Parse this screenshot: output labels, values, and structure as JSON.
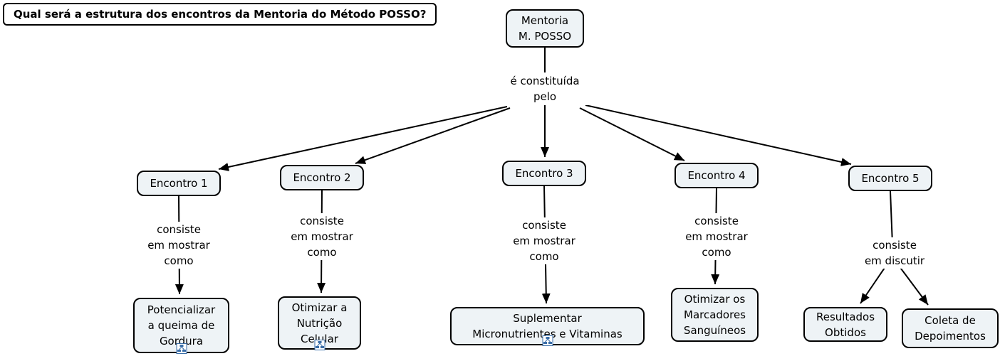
{
  "question": "Qual será a estrutura dos encontros da Mentoria do Método POSSO?",
  "root": {
    "label": "Mentoria\nM. POSSO",
    "connector": "é constituída\npelo"
  },
  "branches": [
    {
      "node": "Encontro 1",
      "connector": "consiste\nem mostrar\ncomo",
      "leaves": [
        "Potencializar\na queima de\nGordura"
      ],
      "has_resource_icon": true
    },
    {
      "node": "Encontro 2",
      "connector": "consiste\nem mostrar\ncomo",
      "leaves": [
        "Otimizar a\nNutrição\nCelular"
      ],
      "has_resource_icon": true
    },
    {
      "node": "Encontro 3",
      "connector": "consiste\nem mostrar\ncomo",
      "leaves": [
        "Suplementar\nMicronutrientes e Vitaminas"
      ],
      "has_resource_icon": true
    },
    {
      "node": "Encontro 4",
      "connector": "consiste\nem mostrar\ncomo",
      "leaves": [
        "Otimizar os\nMarcadores\nSanguíneos"
      ],
      "has_resource_icon": false
    },
    {
      "node": "Encontro 5",
      "connector": "consiste\nem discutir",
      "leaves": [
        "Resultados\nObtidos",
        "Coleta de\nDepoimentos"
      ],
      "has_resource_icon": false
    }
  ],
  "colors": {
    "node_fill": "#eef3f6",
    "node_border": "#000000",
    "line": "#000000",
    "resource_icon_blue": "#3a6ea8",
    "background": "#ffffff"
  }
}
